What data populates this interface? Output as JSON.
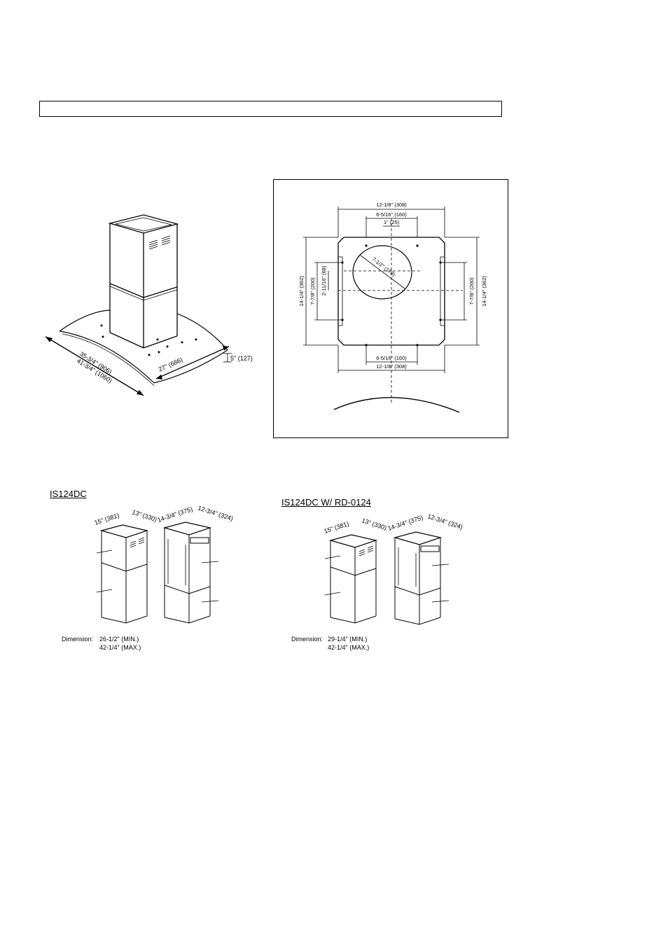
{
  "hood_dims": {
    "width_min": "35-3/4\" (906)",
    "width_max": "41-3/4\" (1060)",
    "depth": "27\" (686)",
    "thickness": "5\" (127)"
  },
  "template": {
    "top_width": "12-1/8\" (308)",
    "top_inner": "6-5/16\" (160)",
    "top_center": "1\" (25)",
    "duct_dia": "7-1/2\" (178)",
    "left_outer": "14-1/4\" (362)",
    "left_inner": "7-7/8\" (200)",
    "left_small": "2-11/16\" (68)",
    "right_inner": "7-7/8\" (200)",
    "right_outer": "14-1/4\" (362)",
    "bottom_inner": "6-5/16\" (160)",
    "bottom_width": "12-1/8\" (308)"
  },
  "chimney_a": {
    "model": "IS124DC",
    "outer_w": "15\" (381)",
    "outer_d": "13\" (330)",
    "inner_w": "14-3/4\" (375)",
    "inner_d": "12-3/4\" (324)",
    "dim_label": "Dimension:",
    "dim_min": "26-1/2\" (MIN.)",
    "dim_max": "42-1/4\" (MAX.)"
  },
  "chimney_b": {
    "model": "IS124DC W/ RD-0124",
    "outer_w": "15\" (381)",
    "outer_d": "13\" (330)",
    "inner_w": "14-3/4\" (375)",
    "inner_d": "12-3/4\" (324)",
    "dim_label": "Dimension:",
    "dim_min": "29-1/4\" (MIN.)",
    "dim_max": "42-1/4\" (MAX.)"
  }
}
